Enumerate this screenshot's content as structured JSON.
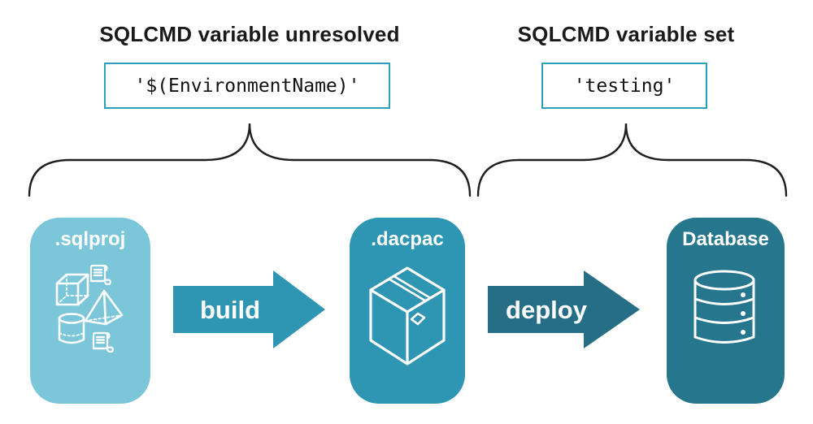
{
  "annotations": {
    "left": {
      "heading": "SQLCMD variable unresolved",
      "code": "'$(EnvironmentName)'"
    },
    "right": {
      "heading": "SQLCMD variable set",
      "code": "'testing'"
    }
  },
  "pipeline": {
    "nodes": [
      {
        "label": ".sqlproj",
        "color": "#7CC6DA",
        "icon": "sql-project-objects-icon"
      },
      {
        "label": ".dacpac",
        "color": "#2E95B3",
        "icon": "package-icon"
      },
      {
        "label": "Database",
        "color": "#26768E",
        "icon": "database-icon"
      }
    ],
    "arrows": [
      {
        "label": "build",
        "color": "#2E95B3"
      },
      {
        "label": "deploy",
        "color": "#256E86"
      }
    ]
  },
  "colors": {
    "background": "#FFFFFF",
    "heading_text": "#1A1A1A",
    "code_box_border": "#2BA0BC",
    "brace_stroke": "#1F1F1F",
    "icon_stroke": "#FFFFFF"
  }
}
